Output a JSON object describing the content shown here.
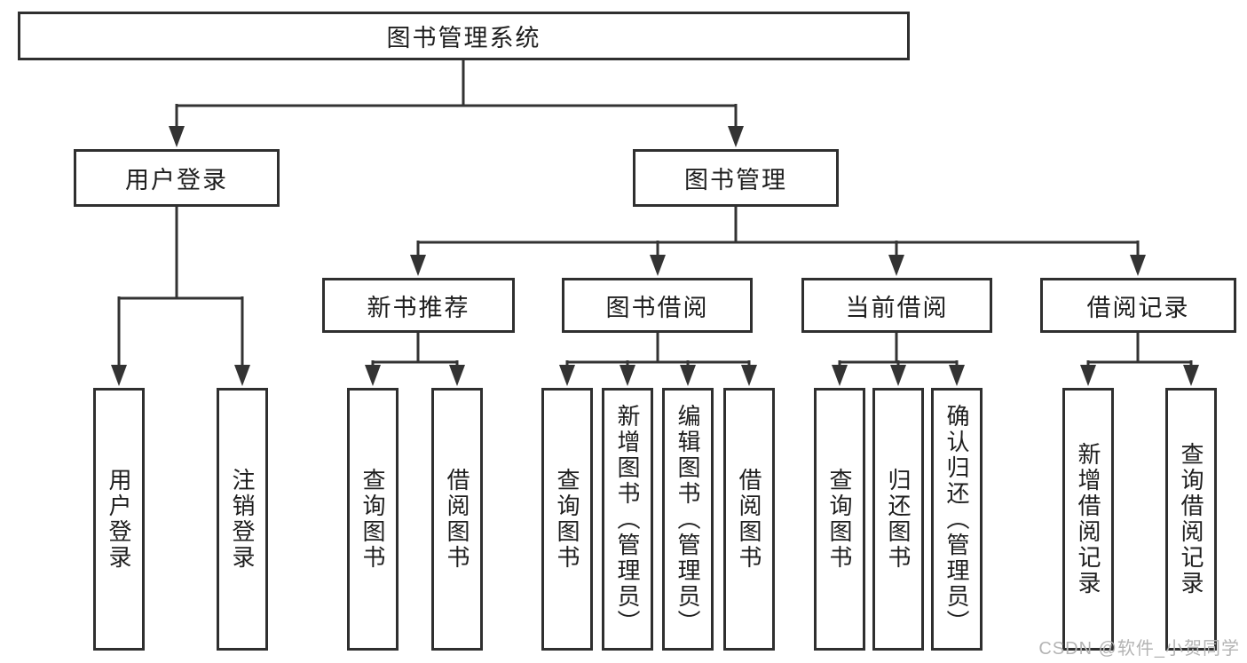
{
  "diagram": {
    "type": "tree",
    "root": {
      "label": "图书管理系统",
      "children": [
        {
          "label": "用户登录",
          "children": [
            {
              "label": "用户登录"
            },
            {
              "label": "注销登录"
            }
          ]
        },
        {
          "label": "图书管理",
          "children": [
            {
              "label": "新书推荐",
              "children": [
                {
                  "label": "查询图书"
                },
                {
                  "label": "借阅图书"
                }
              ]
            },
            {
              "label": "图书借阅",
              "children": [
                {
                  "label": "查询图书"
                },
                {
                  "label": "新增图书（管理员）"
                },
                {
                  "label": "编辑图书（管理员）"
                },
                {
                  "label": "借阅图书"
                }
              ]
            },
            {
              "label": "当前借阅",
              "children": [
                {
                  "label": "查询图书"
                },
                {
                  "label": "归还图书"
                },
                {
                  "label": "确认归还（管理员）"
                }
              ]
            },
            {
              "label": "借阅记录",
              "children": [
                {
                  "label": "新增借阅记录"
                },
                {
                  "label": "查询借阅记录"
                }
              ]
            }
          ]
        }
      ]
    },
    "colors": {
      "line": "#333333",
      "box_border": "#2f2f2f",
      "text": "#1e1e1e",
      "background": "#ffffff"
    }
  },
  "watermark": {
    "text": "CSDN @软件_小贺同学",
    "color": "#b4b4b4"
  }
}
